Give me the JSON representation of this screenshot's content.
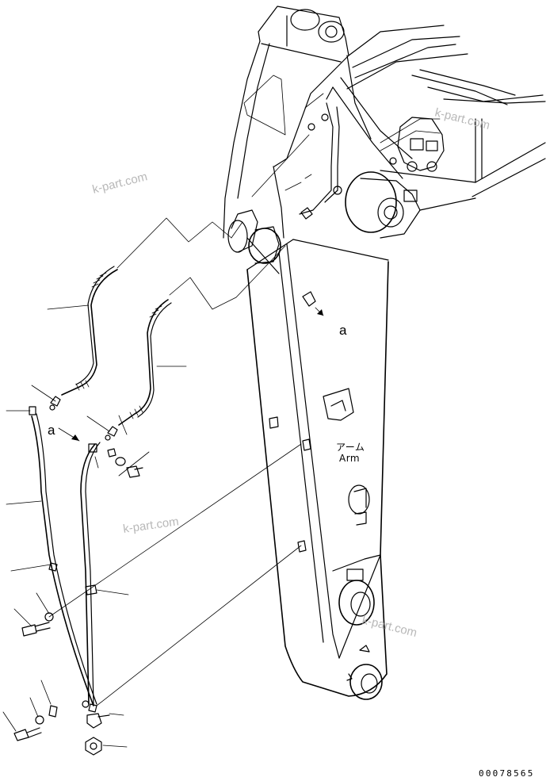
{
  "labels": {
    "detail_a_right": "a",
    "detail_a_left": "a",
    "arm_jp": "アーム",
    "arm_en": "Arm"
  },
  "watermarks": [
    "k-part.com",
    "k-part.com",
    "k-part.com",
    "k-part.com"
  ],
  "drawing_number": "00078565"
}
